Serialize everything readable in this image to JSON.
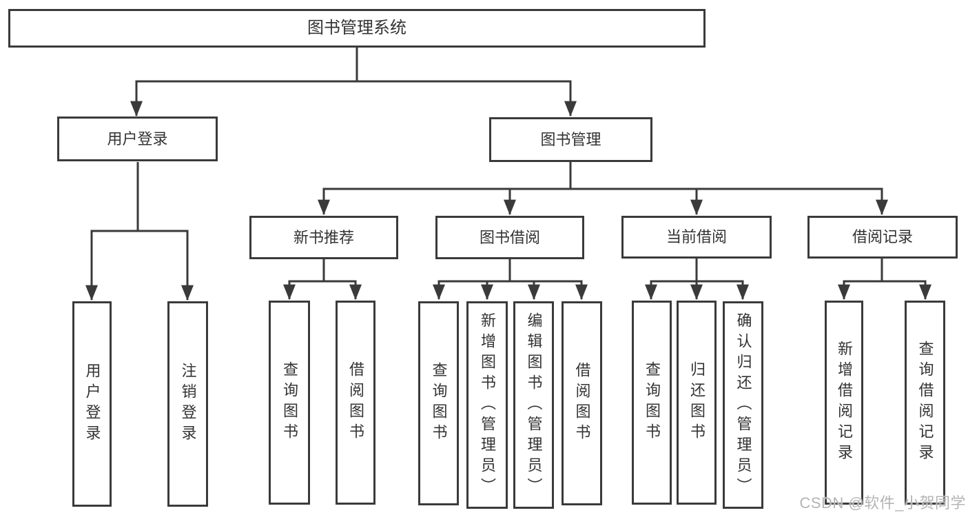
{
  "diagram": {
    "type": "hierarchy-tree",
    "colors": {
      "line": "#3a3a3a",
      "box_border": "#3a3a3a",
      "text": "#333333",
      "watermark": "#b4b4b4",
      "background": "#ffffff"
    },
    "nodes": {
      "root": "图书管理系统",
      "user_login": "用户登录",
      "book_mgmt": "图书管理",
      "new_books": "新书推荐",
      "borrow": "图书借阅",
      "current": "当前借阅",
      "records": "借阅记录",
      "login": "用户登录",
      "logout": "注销登录",
      "nb_query": "查询图书",
      "nb_borrow": "借阅图书",
      "bw_query": "查询图书",
      "bw_add": "新增图书（管理员）",
      "bw_edit": "编辑图书（管理员）",
      "bw_borrow": "借阅图书",
      "cur_query": "查询图书",
      "cur_return": "归还图书",
      "cur_confirm": "确认归还（管理员）",
      "rec_add": "新增借阅记录",
      "rec_query": "查询借阅记录"
    },
    "edges": [
      [
        "root",
        "user_login"
      ],
      [
        "root",
        "book_mgmt"
      ],
      [
        "user_login",
        "login"
      ],
      [
        "user_login",
        "logout"
      ],
      [
        "book_mgmt",
        "new_books"
      ],
      [
        "book_mgmt",
        "borrow"
      ],
      [
        "book_mgmt",
        "current"
      ],
      [
        "book_mgmt",
        "records"
      ],
      [
        "new_books",
        "nb_query"
      ],
      [
        "new_books",
        "nb_borrow"
      ],
      [
        "borrow",
        "bw_query"
      ],
      [
        "borrow",
        "bw_add"
      ],
      [
        "borrow",
        "bw_edit"
      ],
      [
        "borrow",
        "bw_borrow"
      ],
      [
        "current",
        "cur_query"
      ],
      [
        "current",
        "cur_return"
      ],
      [
        "current",
        "cur_confirm"
      ],
      [
        "records",
        "rec_add"
      ],
      [
        "records",
        "rec_query"
      ]
    ],
    "watermark": "CSDN @软件_小贺同学"
  }
}
